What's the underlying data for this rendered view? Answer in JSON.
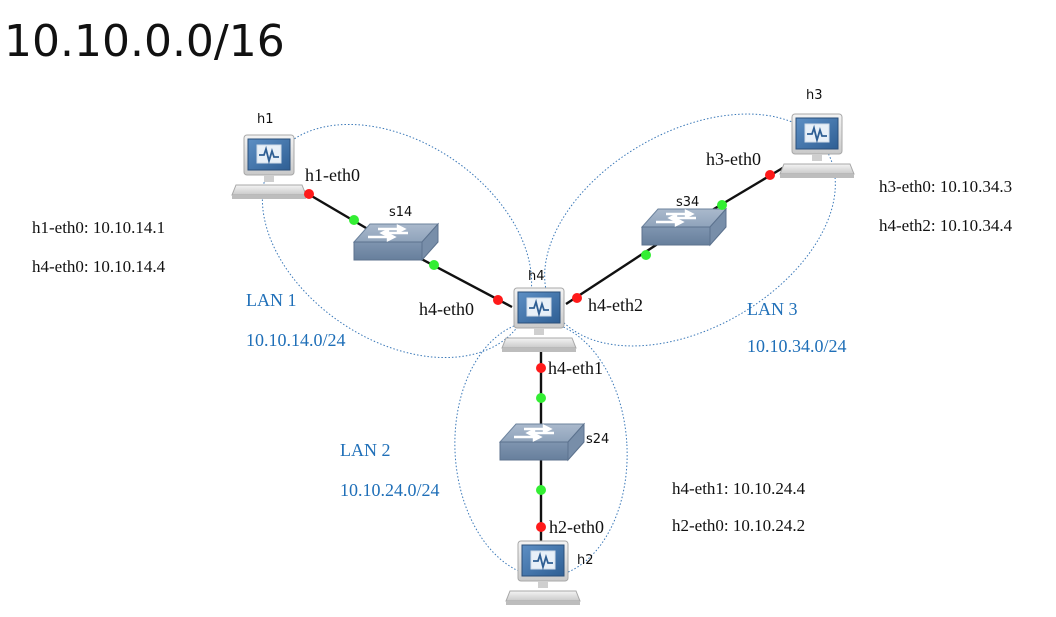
{
  "title": "10.10.0.0/16",
  "colors": {
    "lan_text": "#1f6fb8",
    "port_down": "#ff1a1a",
    "port_up": "#33ee33",
    "zone_outline": "#3a78b8",
    "switch_body": "#8fa6c0"
  },
  "nodes": {
    "h1": {
      "label": "h1",
      "icon": "host-computer-icon"
    },
    "h2": {
      "label": "h2",
      "icon": "host-computer-icon"
    },
    "h3": {
      "label": "h3",
      "icon": "host-computer-icon"
    },
    "h4": {
      "label": "h4",
      "icon": "host-computer-icon"
    },
    "s14": {
      "label": "s14",
      "icon": "network-switch-icon"
    },
    "s24": {
      "label": "s24",
      "icon": "network-switch-icon"
    },
    "s34": {
      "label": "s34",
      "icon": "network-switch-icon"
    }
  },
  "links": [
    {
      "from": "h1",
      "to": "s14"
    },
    {
      "from": "s14",
      "to": "h4"
    },
    {
      "from": "h4",
      "to": "s34"
    },
    {
      "from": "s34",
      "to": "h3"
    },
    {
      "from": "h4",
      "to": "s24"
    },
    {
      "from": "s24",
      "to": "h2"
    }
  ],
  "interfaces": {
    "h1_eth0": "h1-eth0",
    "h4_eth0": "h4-eth0",
    "h4_eth1": "h4-eth1",
    "h4_eth2": "h4-eth2",
    "h3_eth0": "h3-eth0",
    "h2_eth0": "h2-eth0"
  },
  "lans": {
    "lan1": {
      "name": "LAN 1",
      "subnet": "10.10.14.0/24"
    },
    "lan2": {
      "name": "LAN 2",
      "subnet": "10.10.24.0/24"
    },
    "lan3": {
      "name": "LAN 3",
      "subnet": "10.10.34.0/24"
    }
  },
  "addresses": {
    "lan1": [
      "h1-eth0: 10.10.14.1",
      "h4-eth0: 10.10.14.4"
    ],
    "lan2": [
      "h4-eth1: 10.10.24.4",
      "h2-eth0: 10.10.24.2"
    ],
    "lan3": [
      "h3-eth0: 10.10.34.3",
      "h4-eth2: 10.10.34.4"
    ]
  }
}
